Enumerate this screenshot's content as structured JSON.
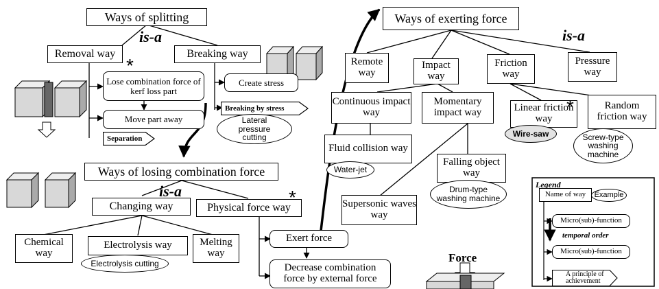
{
  "splitting": {
    "root": "Ways of splitting",
    "isa": "is-a",
    "removal": "Removal way",
    "breaking": "Breaking way",
    "lose_combination": "Lose combination force of kerf loss part",
    "move_part": "Move part away",
    "separation": "Separation",
    "create_stress": "Create stress",
    "breaking_by_stress": "Breaking by stress",
    "lateral_pressure": "Lateral pressure cutting"
  },
  "losing": {
    "root": "Ways of losing combination force",
    "isa": "is-a",
    "changing": "Changing way",
    "physical": "Physical force way",
    "chemical": "Chemical way",
    "electrolysis": "Electrolysis way",
    "electrolysis_cutting": "Electrolysis cutting",
    "melting": "Melting way",
    "exert_force": "Exert force",
    "decrease": "Decrease combination force by external force"
  },
  "exerting": {
    "root": "Ways of exerting force",
    "isa": "is-a",
    "remote": "Remote way",
    "impact": "Impact way",
    "friction": "Friction way",
    "pressure": "Pressure way",
    "continuous": "Continuous impact way",
    "momentary": "Momentary impact way",
    "linear": "Linear friction way",
    "random": "Random friction way",
    "wire_saw": "Wire-saw",
    "screw_washing": "Screw-type washing machine",
    "fluid": "Fluid collision way",
    "water_jet": "Water-jet",
    "falling": "Falling object way",
    "drum_washing": "Drum-type washing machine",
    "supersonic": "Supersonic waves way"
  },
  "force_label": "Force",
  "legend": {
    "title": "Legend",
    "name_of_way": "Name of way",
    "example": "Example",
    "micro1": "Micro(sub)-function",
    "temporal": "temporal order",
    "micro2": "Micro(sub)-function",
    "principle": "A principle of achievement"
  }
}
